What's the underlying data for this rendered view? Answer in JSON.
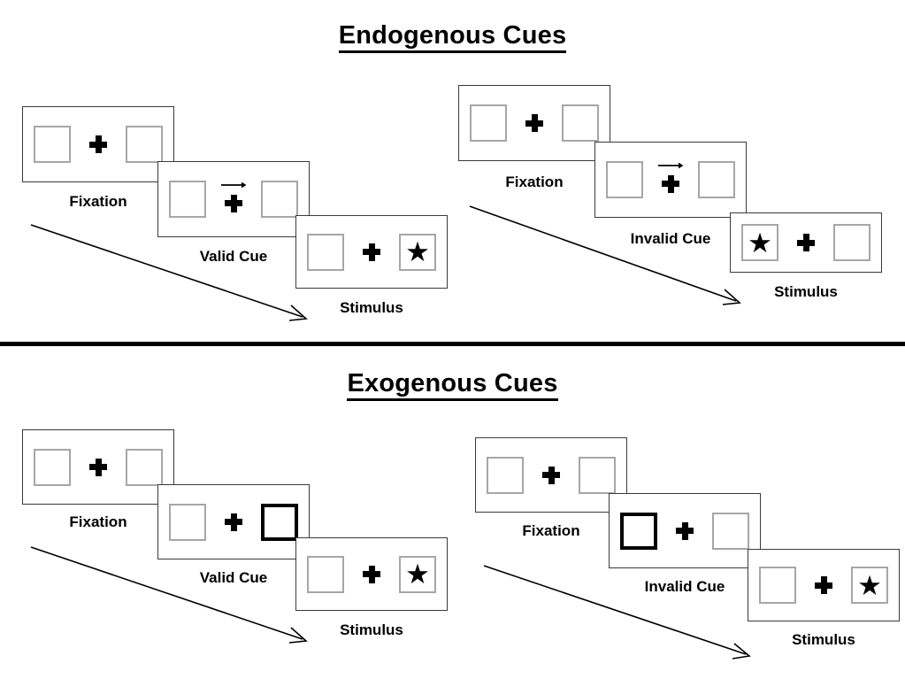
{
  "figure": {
    "sections": [
      {
        "id": "endogenous",
        "title": "Endogenous Cues",
        "sequences": [
          {
            "id": "endogenous-valid",
            "cue_type": "arrow",
            "panels": [
              {
                "label": "Fixation",
                "left_box": "plain",
                "right_box": "plain",
                "cue": "none",
                "star": "none"
              },
              {
                "label": "Valid Cue",
                "left_box": "plain",
                "right_box": "plain",
                "cue": "arrow-right",
                "star": "none"
              },
              {
                "label": "Stimulus",
                "left_box": "plain",
                "right_box": "plain",
                "cue": "none",
                "star": "right"
              }
            ]
          },
          {
            "id": "endogenous-invalid",
            "cue_type": "arrow",
            "panels": [
              {
                "label": "Fixation",
                "left_box": "plain",
                "right_box": "plain",
                "cue": "none",
                "star": "none"
              },
              {
                "label": "Invalid Cue",
                "left_box": "plain",
                "right_box": "plain",
                "cue": "arrow-right",
                "star": "none"
              },
              {
                "label": "Stimulus",
                "left_box": "plain",
                "right_box": "plain",
                "cue": "none",
                "star": "left"
              }
            ]
          }
        ]
      },
      {
        "id": "exogenous",
        "title": "Exogenous Cues",
        "sequences": [
          {
            "id": "exogenous-valid",
            "cue_type": "box-highlight",
            "panels": [
              {
                "label": "Fixation",
                "left_box": "plain",
                "right_box": "plain",
                "cue": "none",
                "star": "none"
              },
              {
                "label": "Valid Cue",
                "left_box": "plain",
                "right_box": "bold",
                "cue": "none",
                "star": "none"
              },
              {
                "label": "Stimulus",
                "left_box": "plain",
                "right_box": "plain",
                "cue": "none",
                "star": "right"
              }
            ]
          },
          {
            "id": "exogenous-invalid",
            "cue_type": "box-highlight",
            "panels": [
              {
                "label": "Fixation",
                "left_box": "plain",
                "right_box": "plain",
                "cue": "none",
                "star": "none"
              },
              {
                "label": "Invalid Cue",
                "left_box": "bold",
                "right_box": "plain",
                "cue": "none",
                "star": "none"
              },
              {
                "label": "Stimulus",
                "left_box": "plain",
                "right_box": "plain",
                "cue": "none",
                "star": "right"
              }
            ]
          }
        ]
      }
    ],
    "glyphs": {
      "star": "★",
      "fixation_cross": "plus-symbol",
      "cue_arrow": "arrow-right-icon",
      "time_arrow": "time-flow-arrow-icon"
    },
    "colors": {
      "ink": "#000000",
      "panel_border": "#3a3a3a",
      "box_border": "#a6a6a6",
      "bold_box_border": "#000000",
      "background": "#ffffff"
    }
  }
}
